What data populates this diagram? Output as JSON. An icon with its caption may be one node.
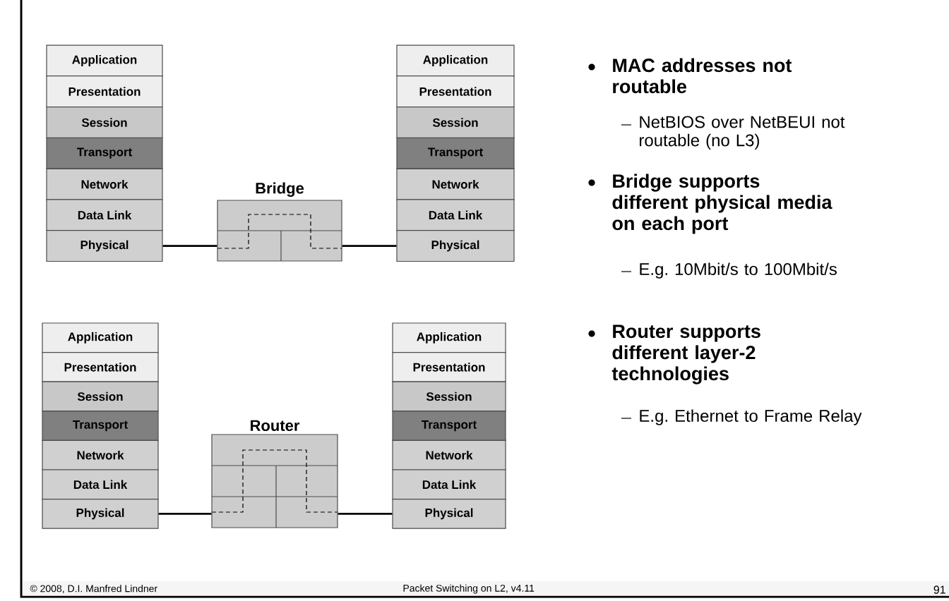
{
  "diagram": {
    "nodes": [
      {
        "text": [
          "Application"
        ]
      },
      {
        "text": [
          "Presentation"
        ]
      },
      {
        "text": [
          "Session"
        ]
      },
      {
        "text": [
          "Transport"
        ]
      },
      {
        "text": [
          "Network"
        ]
      },
      {
        "text": [
          "Data Link"
        ]
      },
      {
        "text": [
          "Physical"
        ]
      },
      {
        "text": [
          "Bridge"
        ]
      },
      {
        "text": [
          "Application"
        ]
      },
      {
        "text": [
          "Presentation"
        ]
      },
      {
        "text": [
          "Session"
        ]
      },
      {
        "text": [
          "Transport"
        ]
      },
      {
        "text": [
          "Network"
        ]
      },
      {
        "text": [
          "Data Link"
        ]
      },
      {
        "text": [
          "Physical"
        ]
      },
      {
        "text": [
          "Application"
        ]
      },
      {
        "text": [
          "Presentation"
        ]
      },
      {
        "text": [
          "Session"
        ]
      },
      {
        "text": [
          "Transport"
        ]
      },
      {
        "text": [
          "Network"
        ]
      },
      {
        "text": [
          "Data Link"
        ]
      },
      {
        "text": [
          "Physical"
        ]
      },
      {
        "text": [
          "Router"
        ]
      },
      {
        "text": [
          "Application"
        ]
      },
      {
        "text": [
          "Presentation"
        ]
      },
      {
        "text": [
          "Session"
        ]
      },
      {
        "text": [
          "Transport"
        ]
      },
      {
        "text": [
          "Network"
        ]
      },
      {
        "text": [
          "Data Link"
        ]
      },
      {
        "text": [
          "Physical"
        ]
      }
    ],
    "edges": [
      {
        "from": 6,
        "to": 7,
        "arrow": "none"
      },
      {
        "from": 7,
        "to": 14,
        "arrow": "none"
      },
      {
        "from": 21,
        "to": 22,
        "arrow": "none"
      },
      {
        "from": 22,
        "to": 29,
        "arrow": "none"
      }
    ],
    "labels": [
      "MAC addresses not routable",
      "NetBIOS over NetBEUI not routable (no L3)",
      "Bridge supports different physical media on each port",
      "E.g. 10Mbit/s to 100Mbit/s",
      "Router supports different layer-2 technologies",
      "E.g. Ethernet to Frame Relay",
      "© 2008, D.I. Manfred Lindner",
      "Packet Switching on L2, v4.11",
      "91"
    ]
  }
}
